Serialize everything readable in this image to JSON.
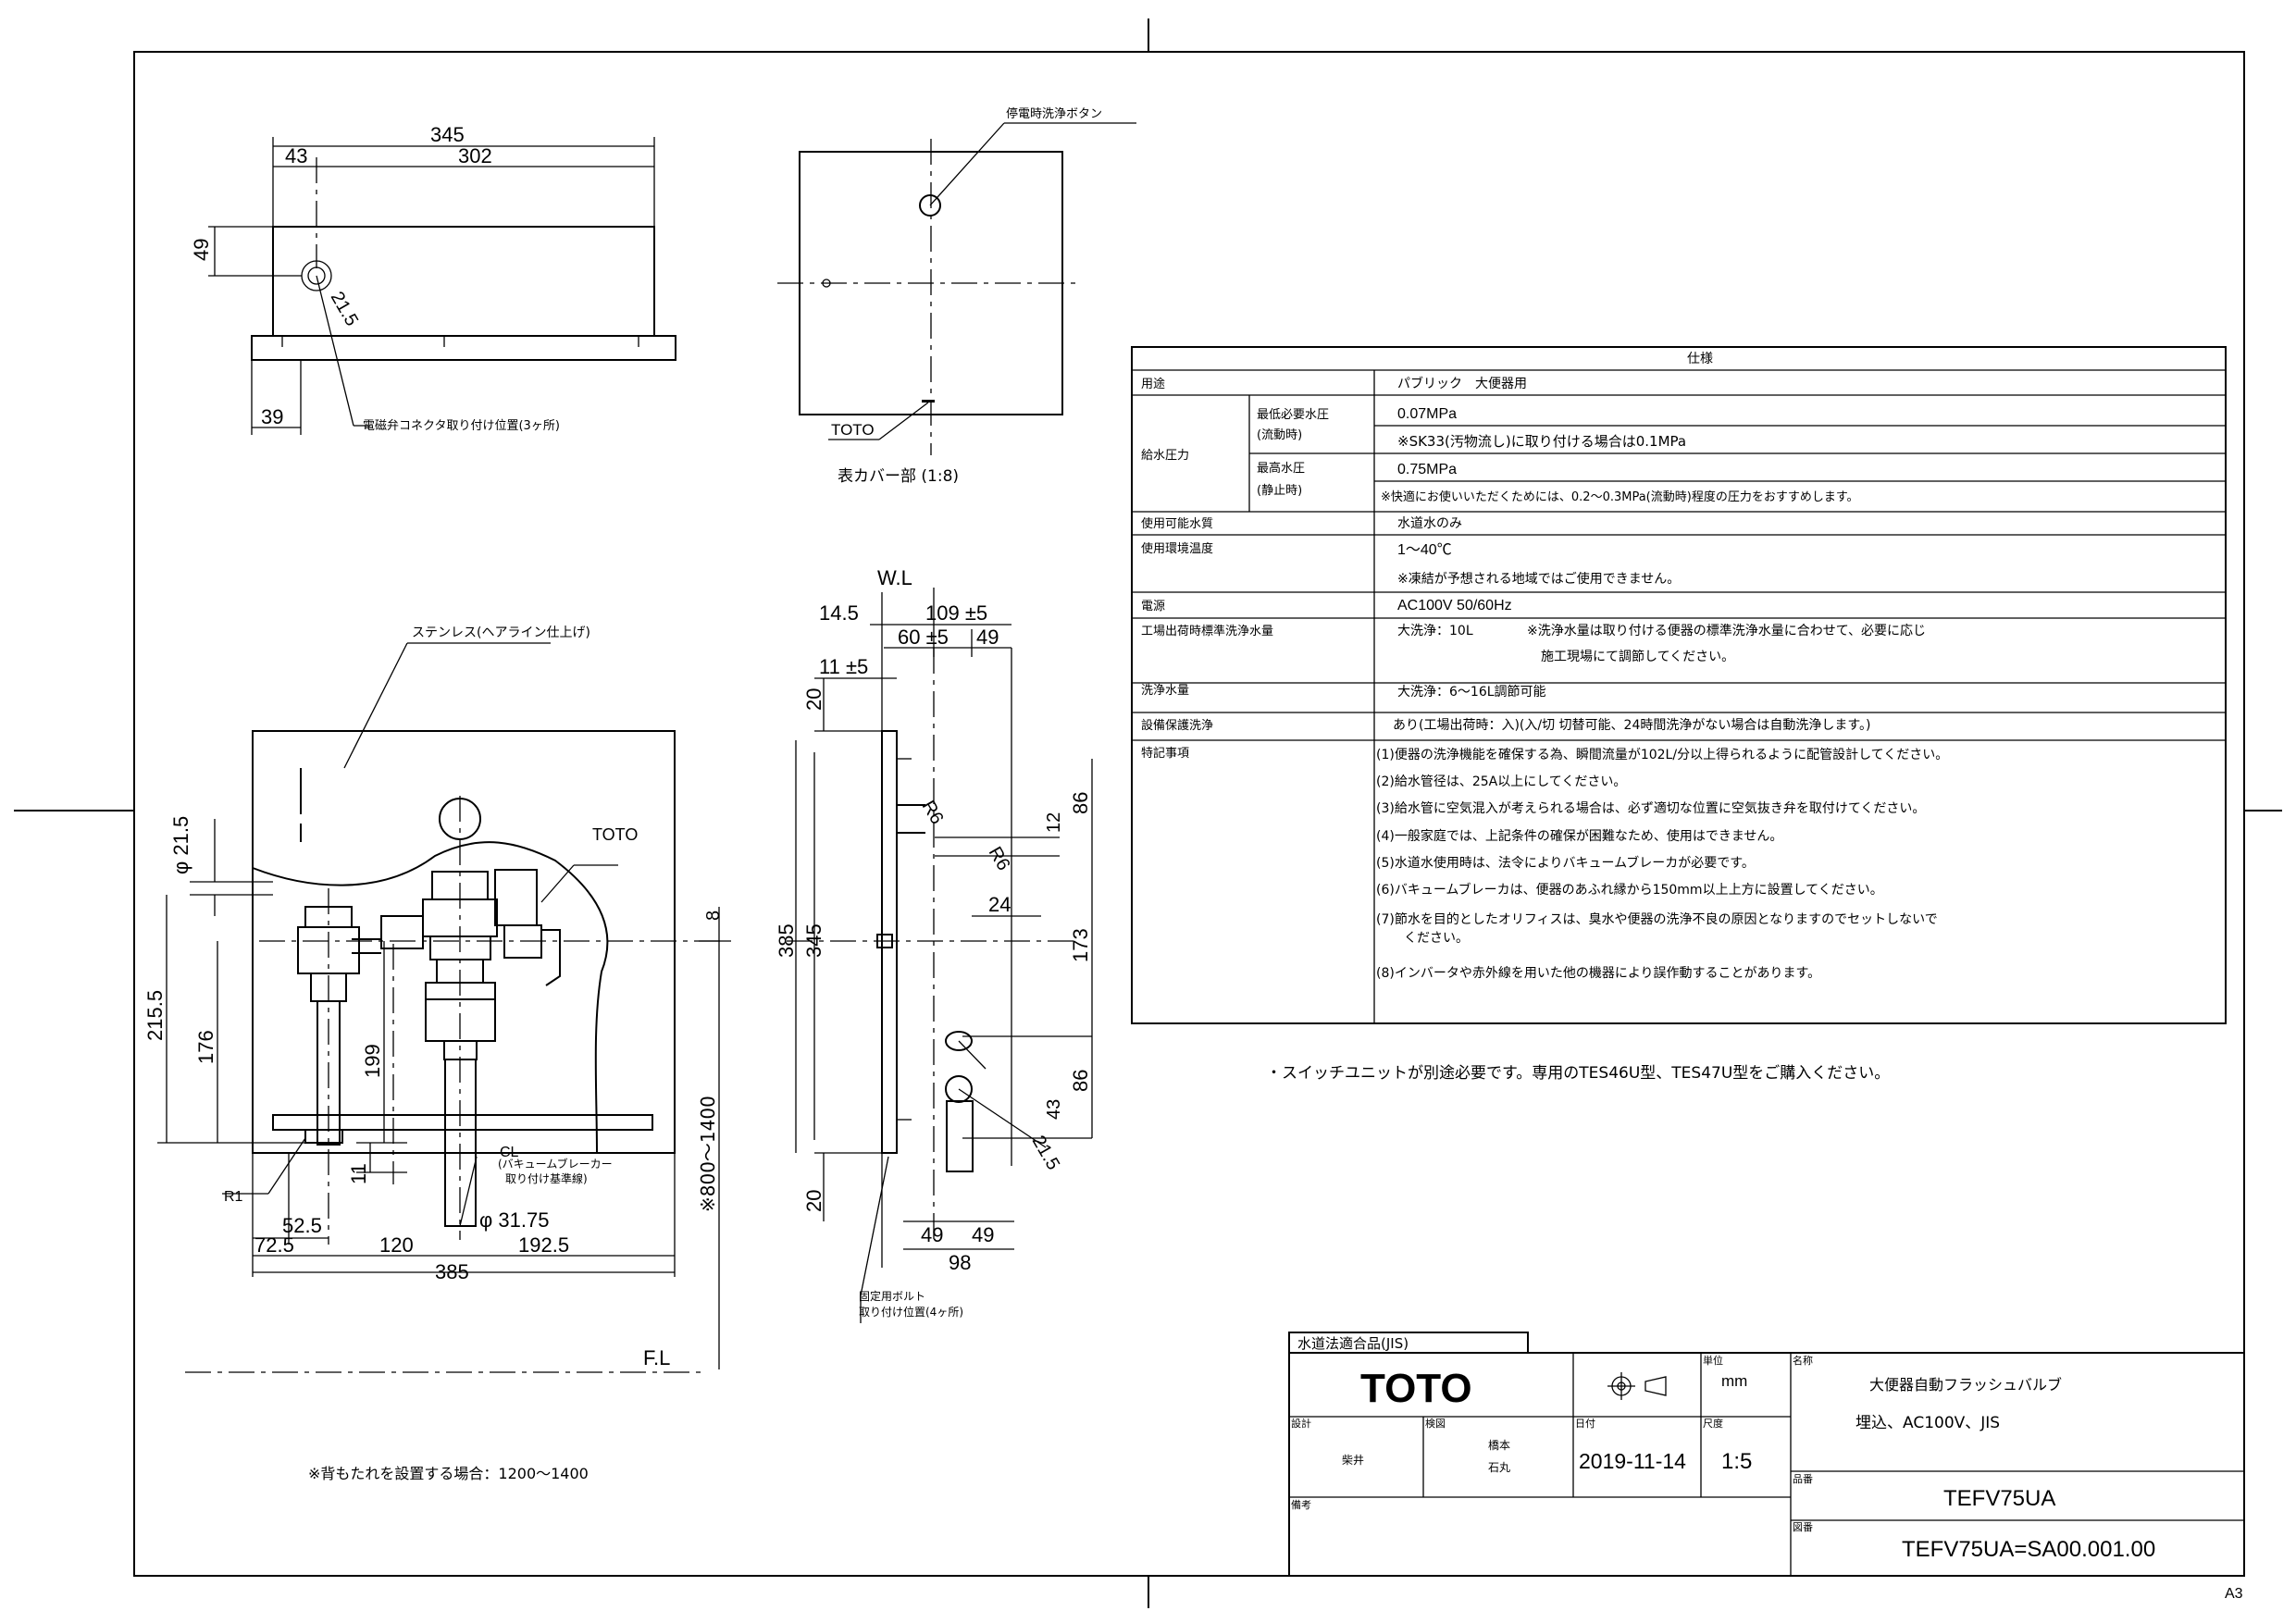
{
  "sheet": {
    "size": "A3"
  },
  "top_view": {
    "dims": {
      "overall": "345",
      "left": "43",
      "right": "302",
      "height": "49",
      "bottom": "39",
      "hole": "21.5"
    },
    "note": "電磁弁コネクタ取り付け位置(3ヶ所)"
  },
  "cover_view": {
    "button_label": "停電時洗浄ボタン",
    "brand": "TOTO",
    "caption": "表カバー部 (1:8)"
  },
  "front_view": {
    "material_note": "ステンレス(ヘアライン仕上げ)",
    "brand": "TOTO",
    "dims": {
      "pipe_dia": "φ 21.5",
      "h215": "215.5",
      "h176": "176",
      "h199": "199",
      "h11": "11",
      "r1": "R1",
      "w52": "52.5",
      "w72": "72.5",
      "w120": "120",
      "w192": "192.5",
      "w385": "385",
      "cl": "CL",
      "cl_note1": "(バキュームブレーカー",
      "cl_note2": "取り付け基準線)",
      "pipe_dia2": "φ 31.75",
      "h8": "8",
      "floor_range": "※800～1400"
    },
    "fl_label": "F.L",
    "backrest_note": "※背もたれを設置する場合：1200～1400"
  },
  "side_view": {
    "wl_label": "W.L",
    "dims": {
      "d14": "14.5",
      "d109": "109 ±5",
      "d60": "60 ±5",
      "d49top": "49",
      "d11": "11 ±5",
      "d20top": "20",
      "d385": "385",
      "d345": "345",
      "d20bot": "20",
      "r6a": "R6",
      "r6b": "R6",
      "d12": "12",
      "d86top": "86",
      "d24": "24",
      "d173": "173",
      "d86bot": "86",
      "d43": "43",
      "d215": "21.5",
      "d49a": "49",
      "d49b": "49",
      "d98": "98"
    },
    "bolt_note1": "固定用ボルト",
    "bolt_note2": "取り付け位置(4ヶ所)"
  },
  "spec": {
    "header": "仕様",
    "rows": [
      {
        "label": "用途",
        "value": "パブリック　大便器用"
      },
      {
        "label": "給水圧力",
        "sub1": "最低必要水圧",
        "sub1b": "(流動時)",
        "val1": "0.07MPa",
        "val1b": "※SK33(汚物流し)に取り付ける場合は0.1MPa",
        "sub2": "最高水圧",
        "sub2b": "(静止時)",
        "val2": "0.75MPa",
        "val2b": "※快適にお使いいただくためには、0.2～0.3MPa(流動時)程度の圧力をおすすめします。"
      },
      {
        "label": "使用可能水質",
        "value": "水道水のみ"
      },
      {
        "label": "使用環境温度",
        "value": "1～40℃",
        "value2": "※凍結が予想される地域ではご使用できません。"
      },
      {
        "label": "電源",
        "value": "AC100V 50/60Hz"
      },
      {
        "label": "工場出荷時標準洗浄水量",
        "value": "大洗浄：10L",
        "value_b": "※洗浄水量は取り付ける便器の標準洗浄水量に合わせて、必要に応じ",
        "value_c": "施工現場にて調節してください。"
      },
      {
        "label": "洗浄水量",
        "value": "大洗浄：6～16L調節可能"
      },
      {
        "label": "設備保護洗浄",
        "value": "あり(工場出荷時：入)(入/切 切替可能、24時間洗浄がない場合は自動洗浄します。)"
      },
      {
        "label": "特記事項",
        "notes": [
          "(1)便器の洗浄機能を確保する為、瞬間流量が102L/分以上得られるように配管設計してください。",
          "(2)給水管径は、25A以上にしてください。",
          "(3)給水管に空気混入が考えられる場合は、必ず適切な位置に空気抜き弁を取付けてください。",
          "(4)一般家庭では、上記条件の確保が困難なため、使用はできません。",
          "(5)水道水使用時は、法令によりバキュームブレーカが必要です。",
          "(6)バキュームブレーカは、便器のあふれ縁から150mm以上上方に設置してください。",
          "(7)節水を目的としたオリフィスは、臭水や便器の洗浄不良の原因となりますのでセットしないで",
          "ください。",
          "(8)インバータや赤外線を用いた他の機器により誤作動することがあります。"
        ]
      }
    ],
    "footnote": "・スイッチユニットが別途必要です。専用のTES46U型、TES47U型をご購入ください。"
  },
  "title_block": {
    "jis": "水道法適合品(JIS)",
    "logo": "TOTO",
    "unit_label": "単位",
    "unit": "mm",
    "scale_label": "尺度",
    "scale": "1:5",
    "name_label": "名称",
    "name1": "大便器自動フラッシュバルブ",
    "name2": "埋込、AC100V、JIS",
    "design_label": "設計",
    "designer": "柴井",
    "check_label": "検図",
    "checker1": "橋本",
    "checker2": "石丸",
    "date_label": "日付",
    "date": "2019-11-14",
    "model_label": "品番",
    "model": "TEFV75UA",
    "drawing_label": "図番",
    "drawing_no": "TEFV75UA=SA00.001.00"
  }
}
